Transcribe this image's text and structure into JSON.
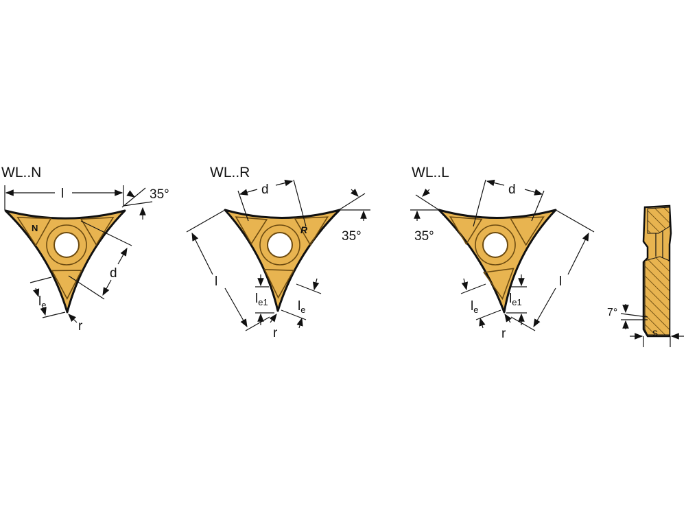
{
  "colors": {
    "insert_fill": "#E8B450",
    "outline": "#111111"
  },
  "views": [
    {
      "title": "WL..N",
      "mark": "N",
      "labels": {
        "length": "l",
        "angle": "35°",
        "diameter": "d",
        "le_base": "l",
        "le_sub": "e",
        "radius": "r"
      }
    },
    {
      "title": "WL..R",
      "mark": "R",
      "labels": {
        "length": "l",
        "angle": "35°",
        "diameter": "d",
        "le1_base": "l",
        "le1_sub": "e1",
        "le_base": "l",
        "le_sub": "e",
        "radius": "r"
      }
    },
    {
      "title": "WL..L",
      "labels": {
        "length": "l",
        "angle": "35°",
        "diameter": "d",
        "le1_base": "l",
        "le1_sub": "e1",
        "le_base": "l",
        "le_sub": "e",
        "radius": "r"
      }
    },
    {
      "labels": {
        "angle": "7°",
        "thickness": "s"
      }
    }
  ]
}
